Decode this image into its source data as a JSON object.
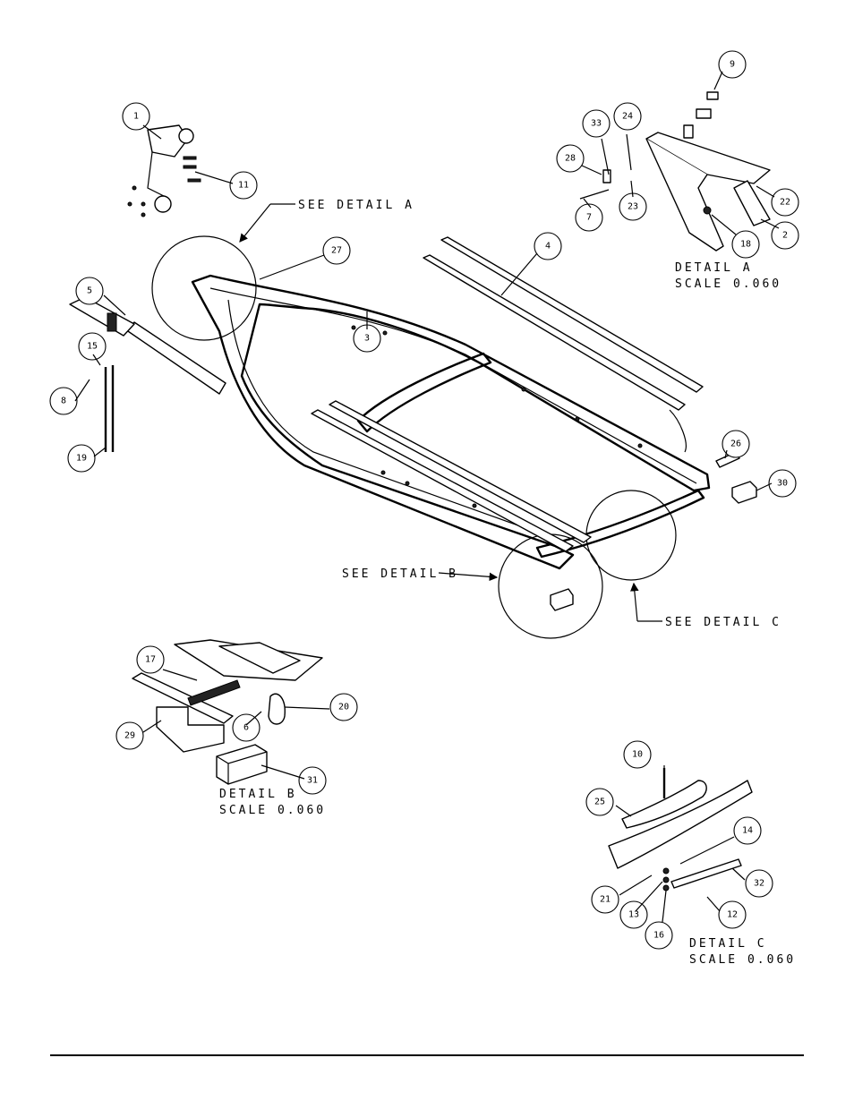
{
  "callouts": [
    "1",
    "2",
    "3",
    "4",
    "5",
    "6",
    "7",
    "8",
    "9",
    "10",
    "11",
    "12",
    "13",
    "14",
    "15",
    "16",
    "17",
    "18",
    "19",
    "20",
    "21",
    "22",
    "23",
    "24",
    "25",
    "26",
    "27",
    "28",
    "29",
    "30",
    "31",
    "32",
    "33"
  ],
  "references": {
    "see_detail_a": "SEE DETAIL  A",
    "see_detail_b": "SEE DETAIL  B",
    "see_detail_c": "SEE DETAIL  C"
  },
  "details": {
    "a": {
      "title": "DETAIL  A",
      "scale": "SCALE  0.060"
    },
    "b": {
      "title": "DETAIL  B",
      "scale": "SCALE  0.060"
    },
    "c": {
      "title": "DETAIL  C",
      "scale": "SCALE  0.060"
    }
  }
}
